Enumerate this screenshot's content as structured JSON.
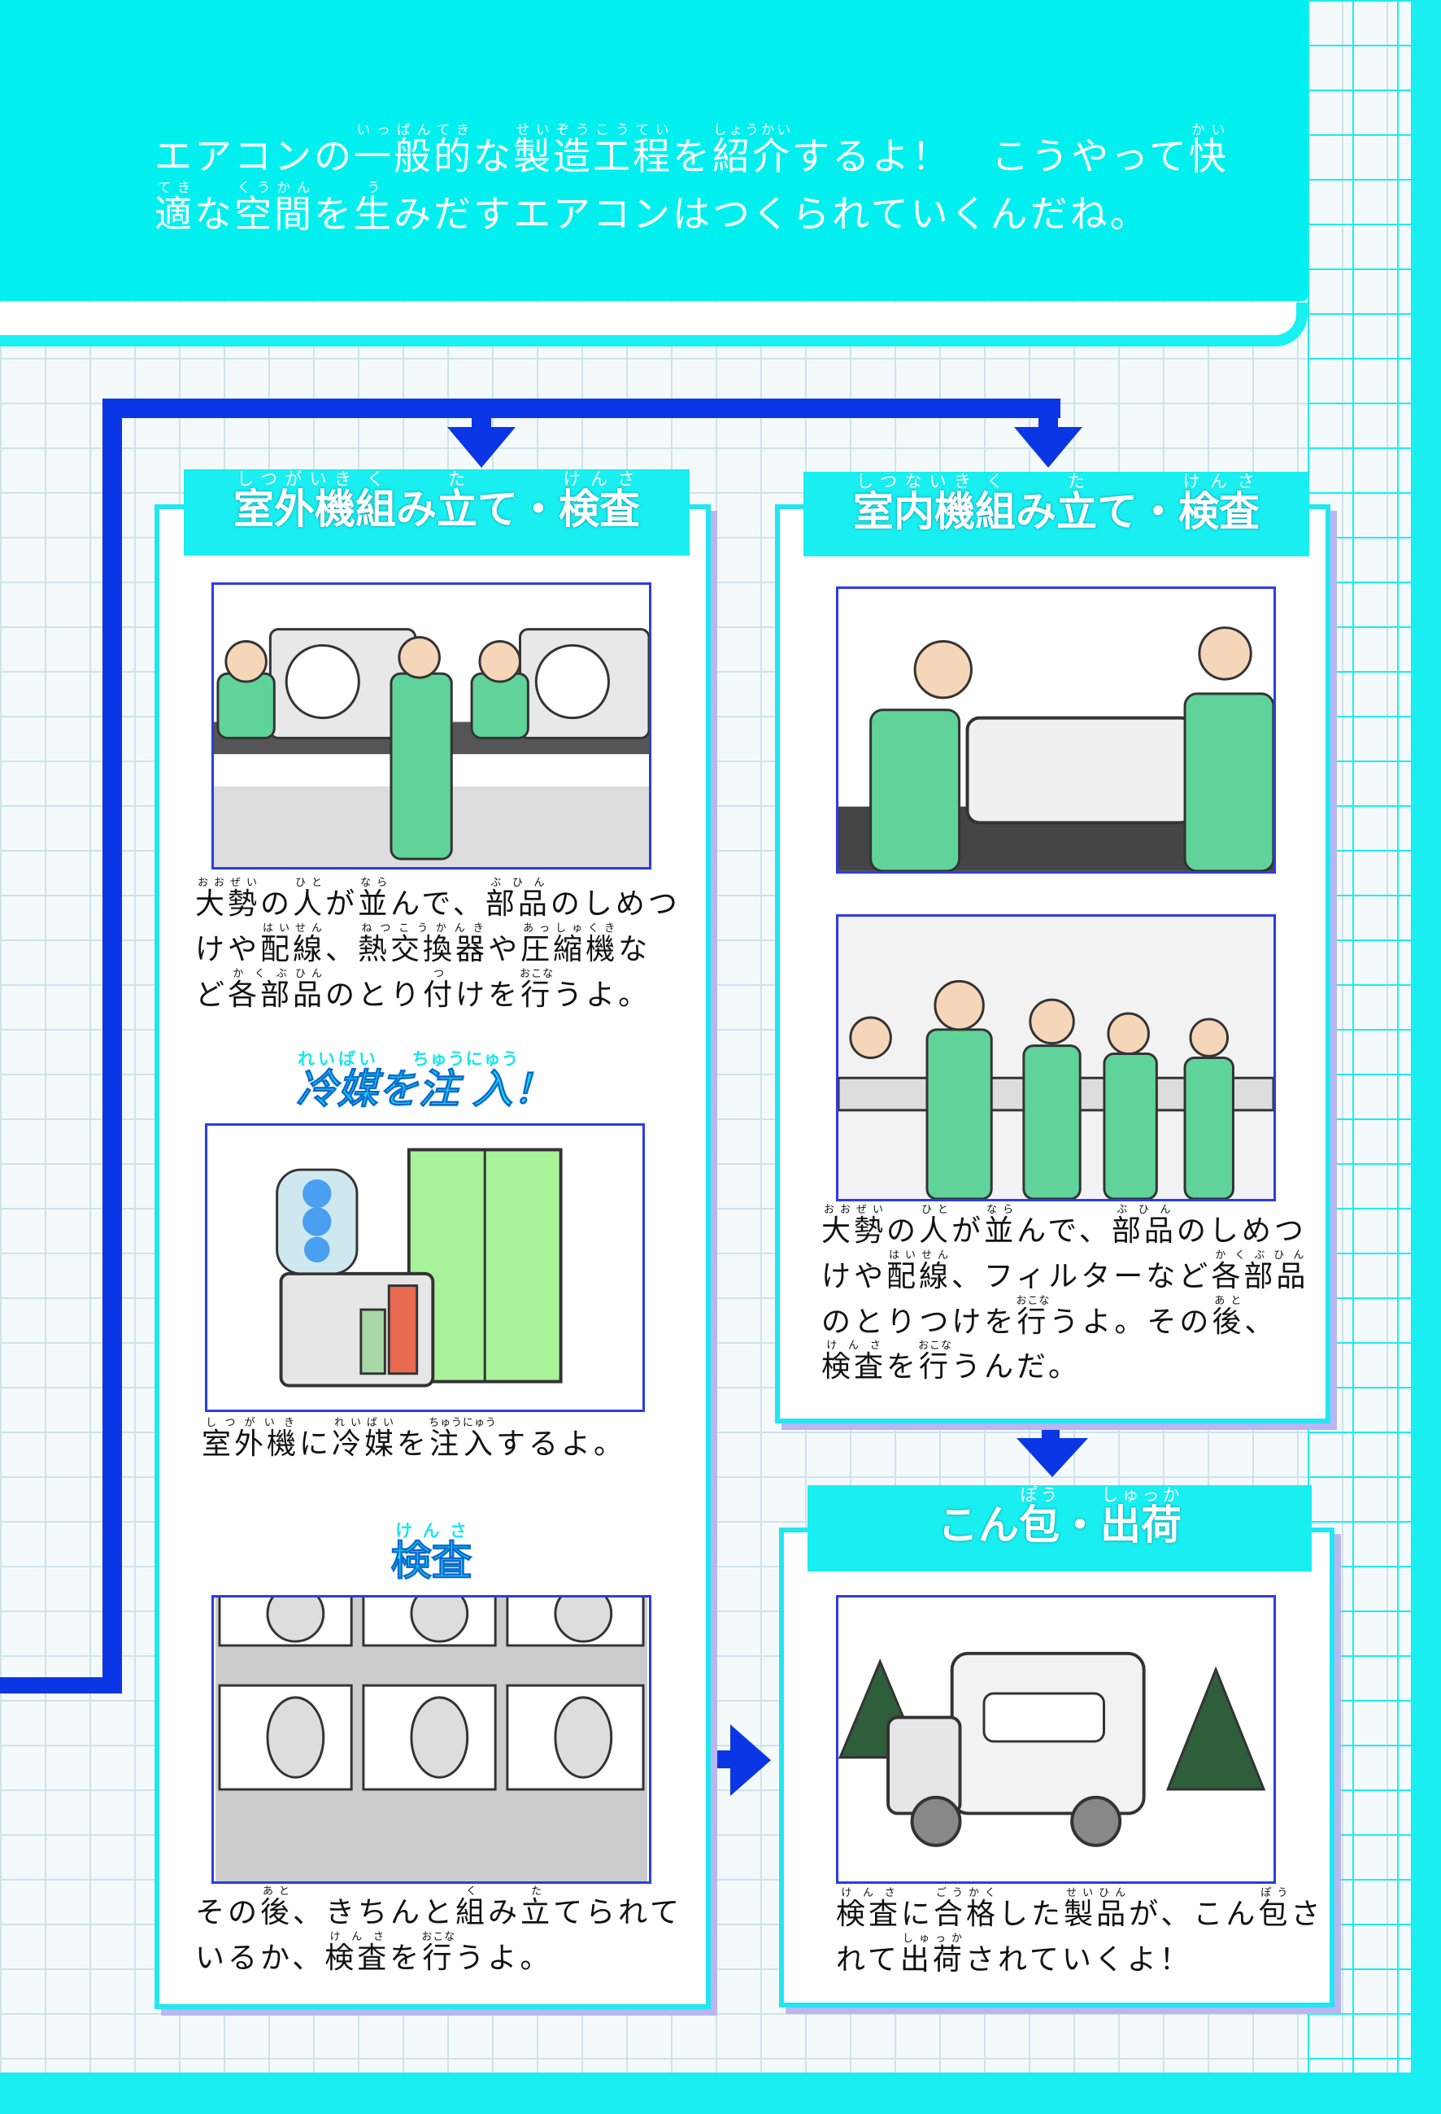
{
  "intro": [
    [
      "エアコンの",
      ""
    ],
    [
      "一般的",
      "いっぱんてき"
    ],
    [
      "な",
      ""
    ],
    [
      "製造工程",
      "せいぞうこうてい"
    ],
    [
      "を",
      ""
    ],
    [
      "紹介",
      "しょうかい"
    ],
    [
      "するよ！　こうやって",
      ""
    ],
    [
      "快",
      "かい"
    ],
    [
      "適",
      "てき"
    ],
    [
      "な",
      ""
    ],
    [
      "空間",
      "くうかん"
    ],
    [
      "を",
      ""
    ],
    [
      "生",
      "う"
    ],
    [
      "みだすエアコンはつくられていくんだね。",
      ""
    ]
  ],
  "outdoor": {
    "title": [
      [
        "室外機",
        "しつがいき"
      ],
      [
        "組",
        "く"
      ],
      [
        "み",
        ""
      ],
      [
        "立",
        "た"
      ],
      [
        "て・",
        ""
      ],
      [
        "検査",
        "けんさ"
      ]
    ],
    "text1": [
      [
        "大勢",
        "おおぜい"
      ],
      [
        "の",
        ""
      ],
      [
        "人",
        "ひと"
      ],
      [
        "が",
        ""
      ],
      [
        "並",
        "なら"
      ],
      [
        "んで、",
        ""
      ],
      [
        "部品",
        "ぶひん"
      ],
      [
        "のしめつけや",
        ""
      ],
      [
        "配線",
        "はいせん"
      ],
      [
        "、",
        ""
      ],
      [
        "熱交換器",
        "ねつこうかんき"
      ],
      [
        "や",
        ""
      ],
      [
        "圧縮機",
        "あっしゅくき"
      ],
      [
        "など",
        ""
      ],
      [
        "各部",
        "かくぶ"
      ],
      [
        "品",
        "ひん"
      ],
      [
        "のとり",
        ""
      ],
      [
        "付",
        "つ"
      ],
      [
        "けを",
        ""
      ],
      [
        "行",
        "おこな"
      ],
      [
        "うよ。",
        ""
      ]
    ],
    "sub2": [
      [
        "冷媒",
        "れいばい"
      ],
      [
        "を",
        ""
      ],
      [
        "注入",
        "ちゅうにゅう"
      ],
      [
        "！",
        ""
      ]
    ],
    "text2": [
      [
        "室外機",
        "しつがいき"
      ],
      [
        "に",
        ""
      ],
      [
        "冷媒",
        "れいばい"
      ],
      [
        "を",
        ""
      ],
      [
        "注入",
        "ちゅうにゅう"
      ],
      [
        "するよ。",
        ""
      ]
    ],
    "sub3": [
      [
        "検査",
        "けんさ"
      ]
    ],
    "text3": [
      [
        "その",
        ""
      ],
      [
        "後",
        "あと"
      ],
      [
        "、きちんと",
        ""
      ],
      [
        "組",
        "く"
      ],
      [
        "み",
        ""
      ],
      [
        "立",
        "た"
      ],
      [
        "てられているか、",
        ""
      ],
      [
        "検査",
        "けんさ"
      ],
      [
        "を",
        ""
      ],
      [
        "行",
        "おこな"
      ],
      [
        "うよ。",
        ""
      ]
    ]
  },
  "indoor": {
    "title": [
      [
        "室内機",
        "しつないき"
      ],
      [
        "組",
        "く"
      ],
      [
        "み",
        ""
      ],
      [
        "立",
        "た"
      ],
      [
        "て・",
        ""
      ],
      [
        "検査",
        "けんさ"
      ]
    ],
    "text": [
      [
        "大勢",
        "おおぜい"
      ],
      [
        "の",
        ""
      ],
      [
        "人",
        "ひと"
      ],
      [
        "が",
        ""
      ],
      [
        "並",
        "なら"
      ],
      [
        "んで、",
        ""
      ],
      [
        "部品",
        "ぶひん"
      ],
      [
        "のしめつけや",
        ""
      ],
      [
        "配線",
        "はいせん"
      ],
      [
        "、フィルターなど",
        ""
      ],
      [
        "各部品",
        "かくぶひん"
      ],
      [
        "のとりつけを",
        ""
      ],
      [
        "行",
        "おこな"
      ],
      [
        "うよ。その",
        ""
      ],
      [
        "後",
        "あと"
      ],
      [
        "、",
        ""
      ],
      [
        "検査",
        "けんさ"
      ],
      [
        "を",
        ""
      ],
      [
        "行",
        "おこな"
      ],
      [
        "うんだ。",
        ""
      ]
    ]
  },
  "packing": {
    "title": [
      [
        "こん",
        ""
      ],
      [
        "包",
        "ぽう"
      ],
      [
        "・",
        ""
      ],
      [
        "出荷",
        "しゅっか"
      ]
    ],
    "text": [
      [
        "検査",
        "けんさ"
      ],
      [
        "に",
        ""
      ],
      [
        "合格",
        "ごうかく"
      ],
      [
        "した",
        ""
      ],
      [
        "製品",
        "せいひん"
      ],
      [
        "が、こん",
        ""
      ],
      [
        "包",
        "ぽう"
      ],
      [
        "されて",
        ""
      ],
      [
        "出荷",
        "しゅっか"
      ],
      [
        "されていくよ！",
        ""
      ]
    ]
  },
  "colors": {
    "accent": "#19eef0",
    "flow": "#0a36e6",
    "figure": "#5fd39a"
  }
}
